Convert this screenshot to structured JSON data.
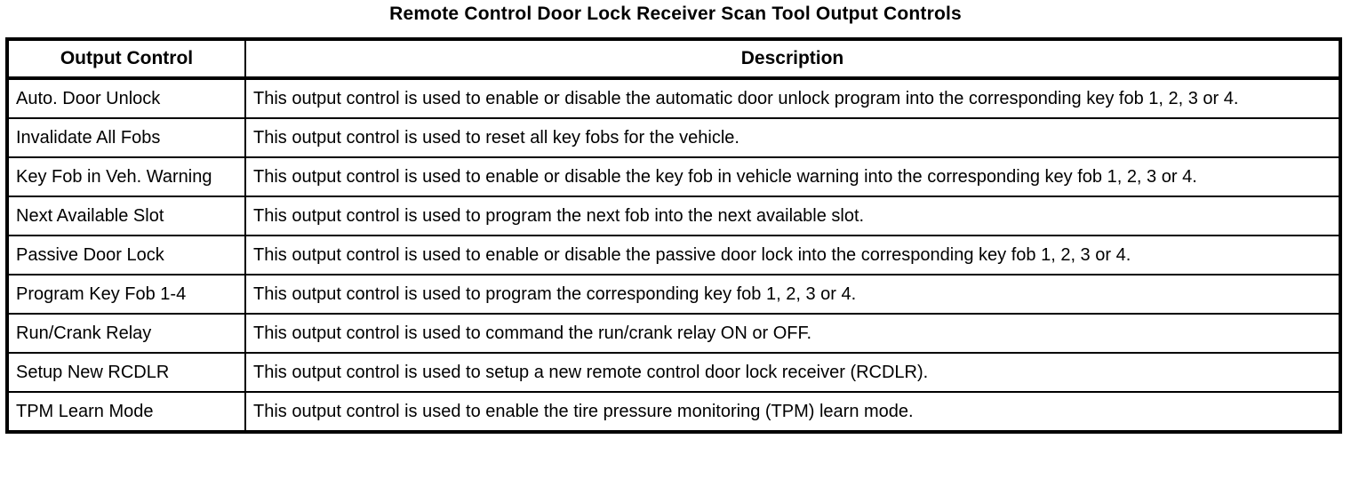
{
  "page": {
    "title": "Remote Control Door Lock Receiver Scan Tool Output Controls"
  },
  "table": {
    "headers": {
      "control": "Output Control",
      "description": "Description"
    },
    "rows": [
      {
        "control": "Auto. Door Unlock",
        "description": "This output control is used to enable or disable the automatic door unlock program into the corresponding key fob 1, 2, 3 or 4."
      },
      {
        "control": "Invalidate All Fobs",
        "description": "This output control is used to reset all key fobs for the vehicle."
      },
      {
        "control": "Key Fob in Veh. Warning",
        "description": "This output control is used to enable or disable the key fob in vehicle warning into the corresponding key fob 1, 2, 3 or 4."
      },
      {
        "control": "Next Available Slot",
        "description": "This output control is used to program the next fob into the next available slot."
      },
      {
        "control": "Passive Door Lock",
        "description": "This output control is used to enable or disable the passive door lock into the corresponding key fob 1, 2, 3 or 4."
      },
      {
        "control": "Program Key Fob 1-4",
        "description": "This output control is used to program the corresponding key fob 1, 2, 3 or 4."
      },
      {
        "control": "Run/Crank Relay",
        "description": "This output control is used to command the run/crank relay ON or OFF."
      },
      {
        "control": "Setup New RCDLR",
        "description": "This output control is used to setup a new remote control door lock receiver (RCDLR)."
      },
      {
        "control": "TPM Learn Mode",
        "description": "This output control is used to enable the tire pressure monitoring (TPM) learn mode."
      }
    ]
  }
}
